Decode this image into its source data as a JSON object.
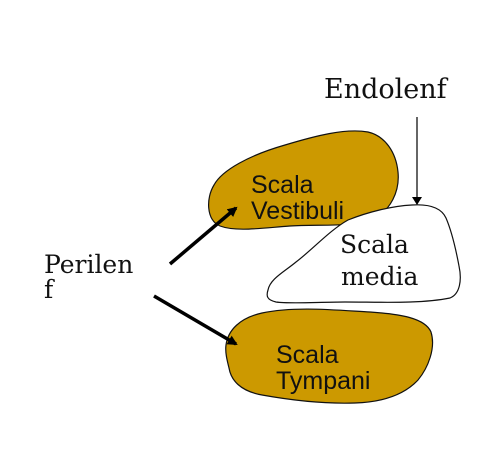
{
  "colors": {
    "scala_fill": "#CC9900",
    "media_fill": "#FFFFFF",
    "outline": "#111111",
    "arrow": "#000000"
  },
  "labels": {
    "endolenf": "Endolenf",
    "perilen_line1": "Perilen",
    "perilen_line2": "f",
    "vestibuli_line1": "Scala",
    "vestibuli_line2": "Vestibuli",
    "media_line1": "Scala",
    "media_line2": "media",
    "tympani_line1": "Scala",
    "tympani_line2": "Tympani"
  }
}
